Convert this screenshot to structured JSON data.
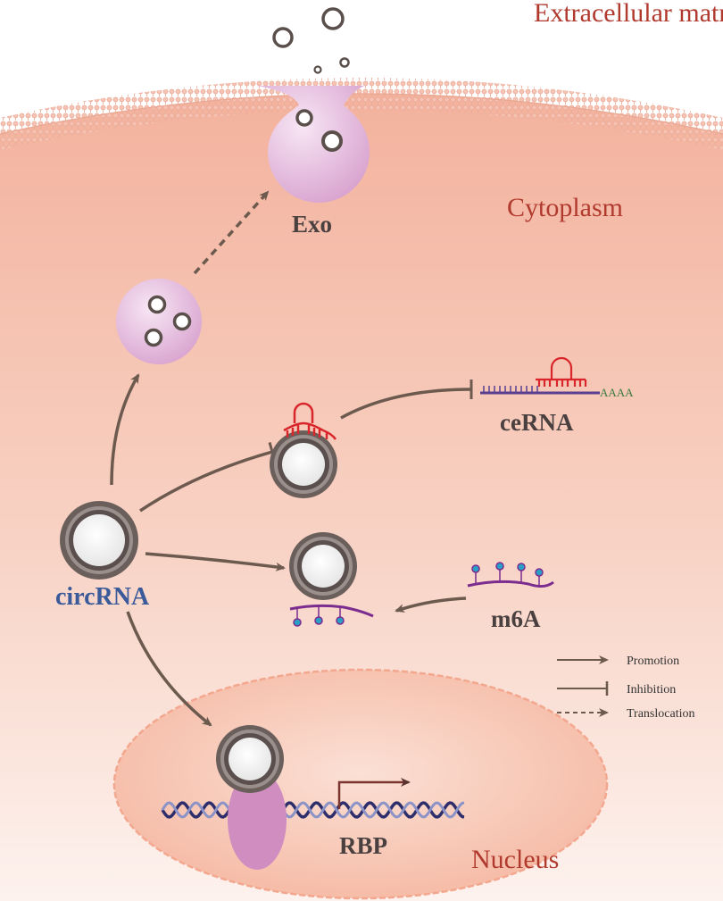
{
  "labels": {
    "extracellular": "Extracellular matrix",
    "cytoplasm": "Cytoplasm",
    "nucleus": "Nucleus",
    "exo": "Exo",
    "cerna": "ceRNA",
    "polya": "AAAA",
    "m6a": "m6A",
    "circrna": "circRNA",
    "rbp": "RBP"
  },
  "legend": {
    "promotion": "Promotion",
    "inhibition": "Inhibition",
    "translocation": "Translocation"
  },
  "colors": {
    "cytoplasm_top": "#f5b9a6",
    "cytoplasm_bottom": "#fdf3ef",
    "membrane": "#f2b7a6",
    "nucleus": "#f7c3b2",
    "nucleus_edge": "#f0a991",
    "vesicle": "#e3b6dc",
    "arrow": "#6d5a4f",
    "label_red": "#b13a2e",
    "circ_blue": "#3b5a9a",
    "mirna_red": "#d9262a",
    "mrna_purple": "#7b2c8f",
    "m6a_teal": "#2aa0c6",
    "rbp": "#cf8dc0",
    "dna_dark": "#2d2e6b"
  }
}
